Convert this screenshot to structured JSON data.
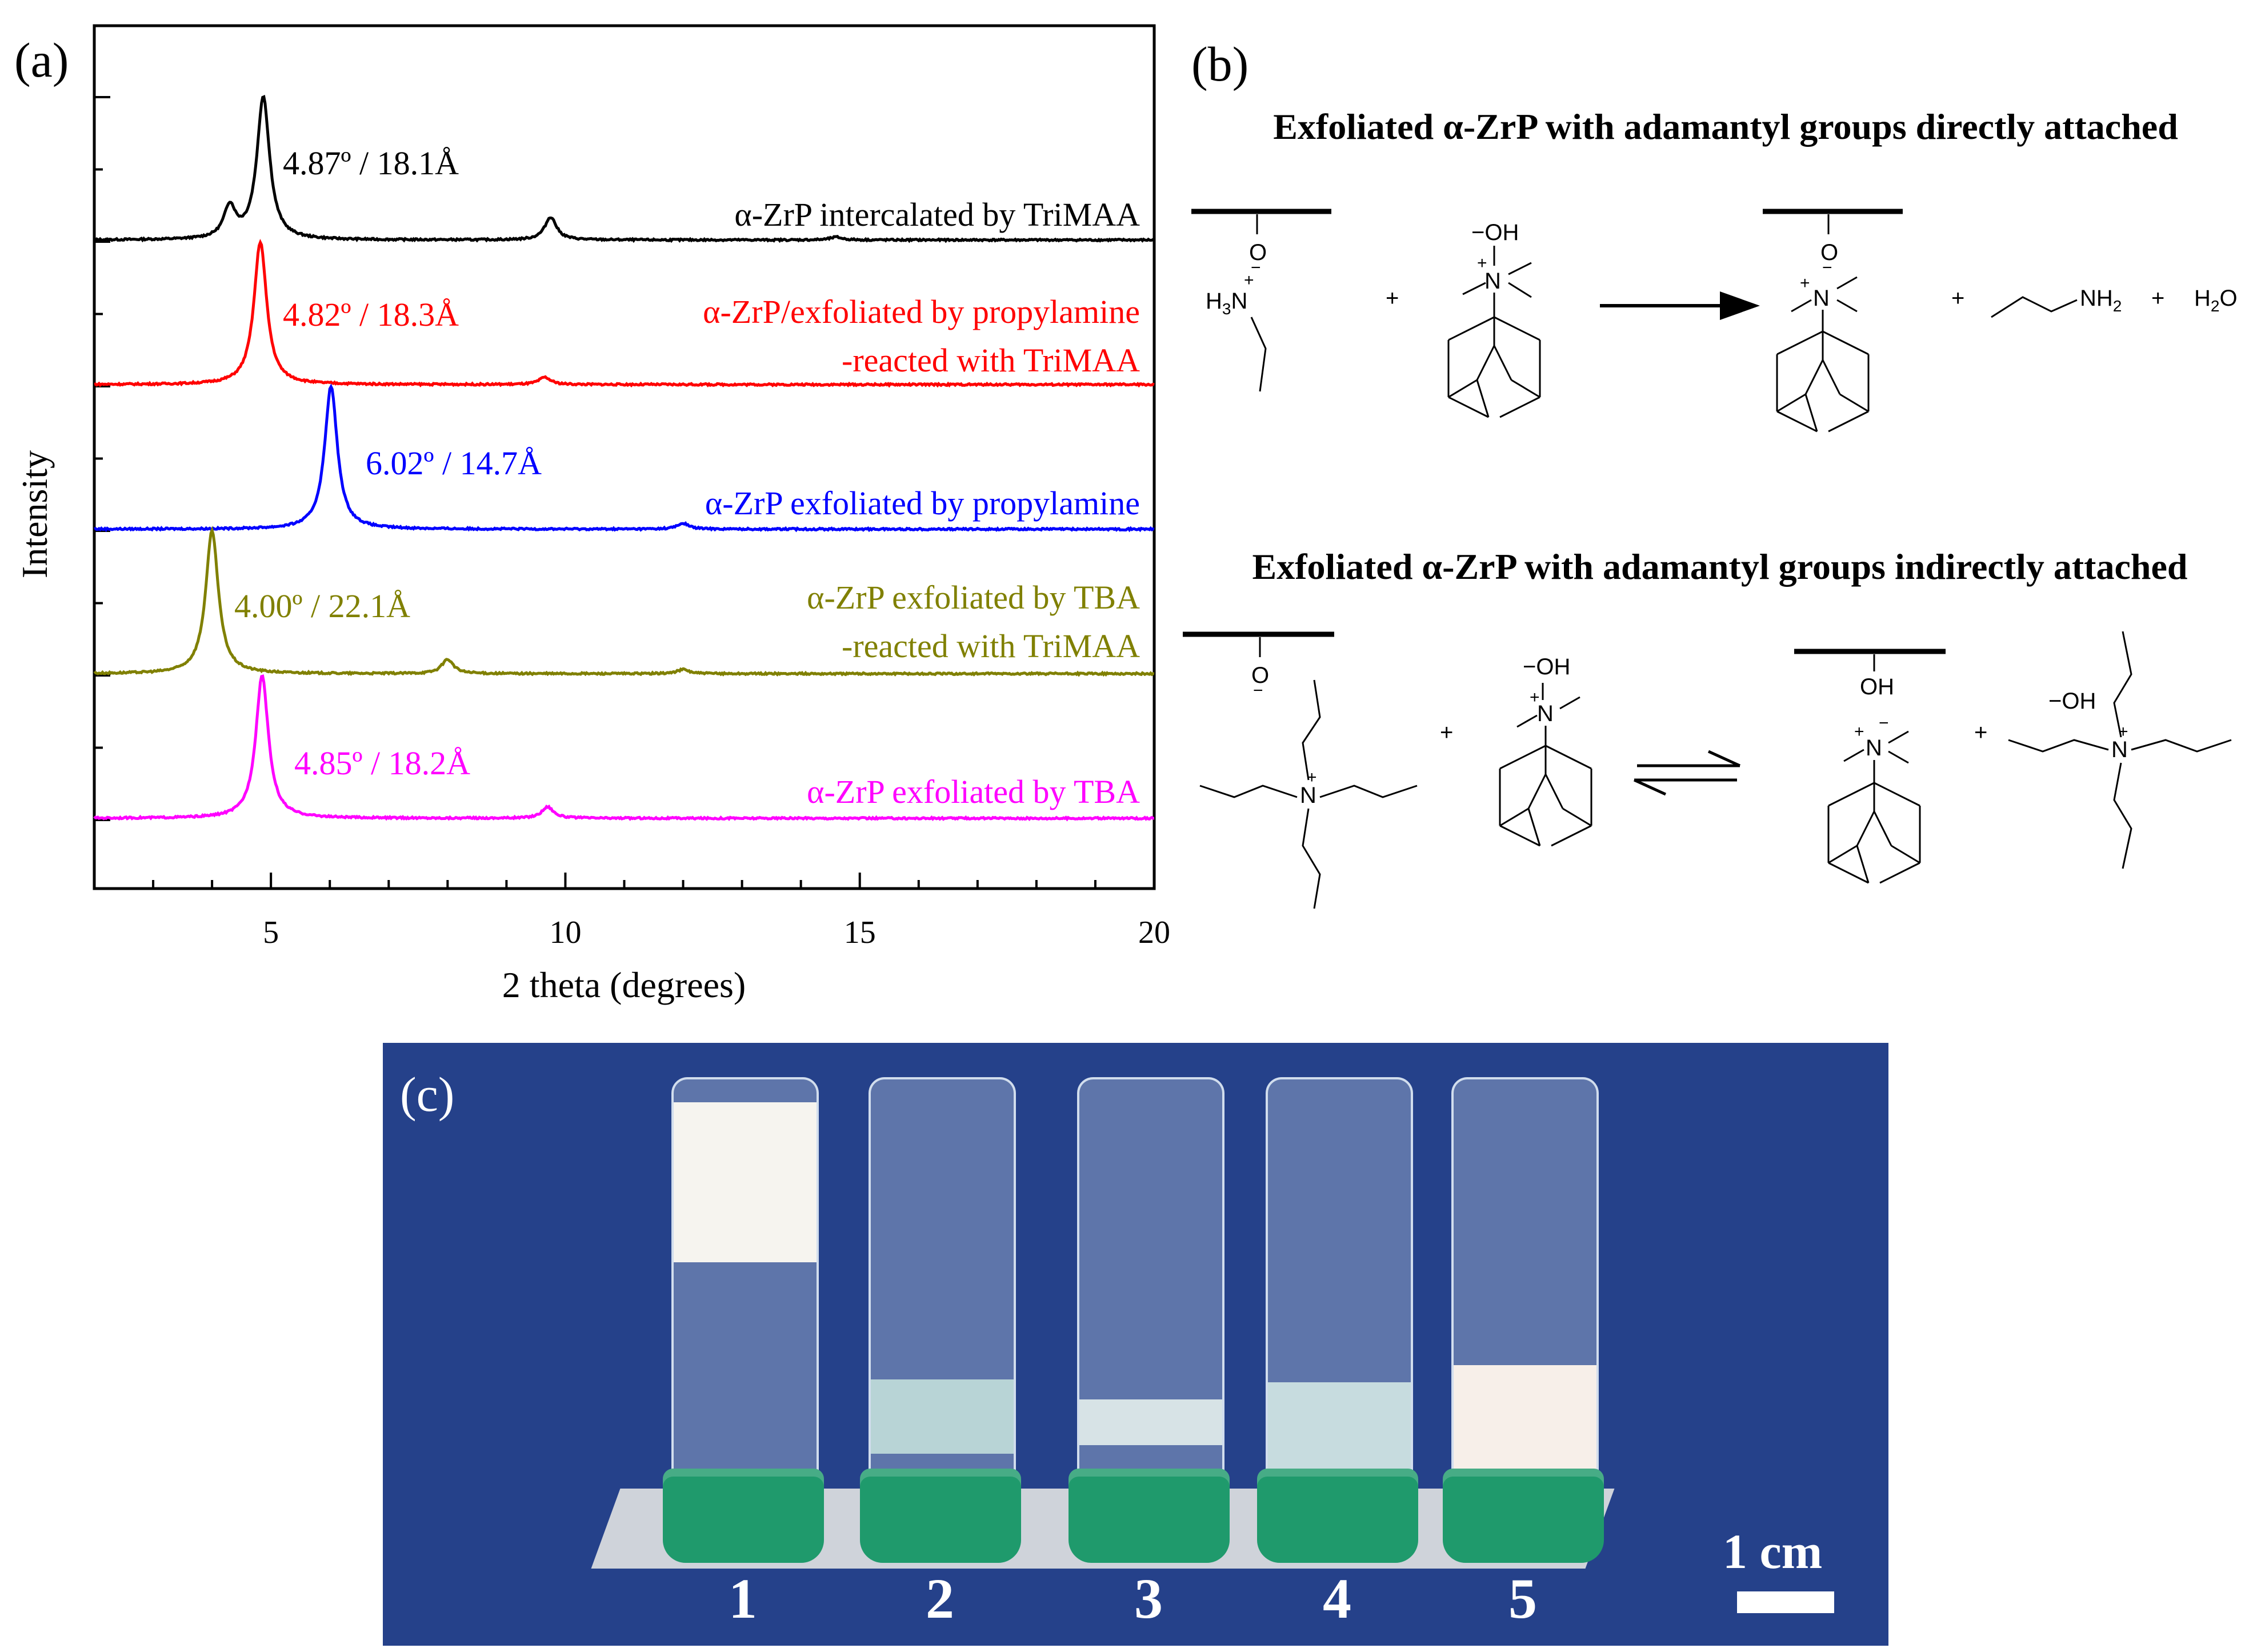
{
  "panel_a": {
    "label": "(a)",
    "chart_data": {
      "type": "line",
      "xlabel": "2 theta (degrees)",
      "ylabel": "Intensity",
      "xlim": [
        2,
        20
      ],
      "xticks": [
        5,
        10,
        15,
        20
      ],
      "y_tick_labels_shown": false,
      "grid": false,
      "legend": "inline labels right of each trace",
      "series": [
        {
          "name": "α-ZrP intercalated by TriMAA",
          "color": "#000000",
          "peaks": [
            {
              "x": 4.3,
              "h": 0.22
            },
            {
              "x": 4.87,
              "h": 1.0
            },
            {
              "x": 9.75,
              "h": 0.16
            },
            {
              "x": 14.6,
              "h": 0.02
            }
          ],
          "annotation": "4.87º / 18.1Å"
        },
        {
          "name": "α-ZrP/exfoliated by propylamine\n-reacted with TriMAA",
          "label_lines": [
            "α-ZrP/exfoliated by propylamine",
            "-reacted with TriMAA"
          ],
          "color": "#ff0000",
          "peaks": [
            {
              "x": 4.82,
              "h": 1.0
            },
            {
              "x": 9.65,
              "h": 0.05
            }
          ],
          "annotation": "4.82º / 18.3Å"
        },
        {
          "name": "α-ZrP exfoliated by propylamine",
          "color": "#0000ff",
          "peaks": [
            {
              "x": 6.02,
              "h": 1.0
            },
            {
              "x": 12.0,
              "h": 0.04
            }
          ],
          "annotation": "6.02º / 14.7Å"
        },
        {
          "name": "α-ZrP exfoliated by TBA\n-reacted with TriMAA",
          "label_lines": [
            "α-ZrP exfoliated by TBA",
            "-reacted with TriMAA"
          ],
          "color": "#808000",
          "peaks": [
            {
              "x": 4.0,
              "h": 1.0
            },
            {
              "x": 8.0,
              "h": 0.1
            },
            {
              "x": 12.0,
              "h": 0.03
            }
          ],
          "annotation": "4.00º / 22.1Å"
        },
        {
          "name": "α-ZrP exfoliated by TBA",
          "color": "#ff00ff",
          "peaks": [
            {
              "x": 4.85,
              "h": 1.0
            },
            {
              "x": 9.7,
              "h": 0.08
            }
          ],
          "annotation": "4.85º / 18.2Å"
        }
      ]
    }
  },
  "panel_b": {
    "label": "(b)",
    "title_direct": "Exfoliated α-ZrP with adamantyl groups directly attached",
    "title_indirect": "Exfoliated α-ZrP with adamantyl groups indirectly attached",
    "chem": {
      "o_minus": "O",
      "minus": "−",
      "plus": "+",
      "h3n": "H",
      "h3n_sub": "3",
      "n": "N",
      "oh_minus": "−OH",
      "oh": "OH",
      "nh2": "NH",
      "nh2_sub": "2",
      "h2o": "H",
      "h2o_sub": "2",
      "h2o_o": "O"
    }
  },
  "panel_c": {
    "label": "(c)",
    "vial_numbers": [
      "1",
      "2",
      "3",
      "4",
      "5"
    ],
    "scale_bar": "1 cm",
    "colors": {
      "background": "#25418a",
      "cap": "#1f9a6c"
    }
  }
}
